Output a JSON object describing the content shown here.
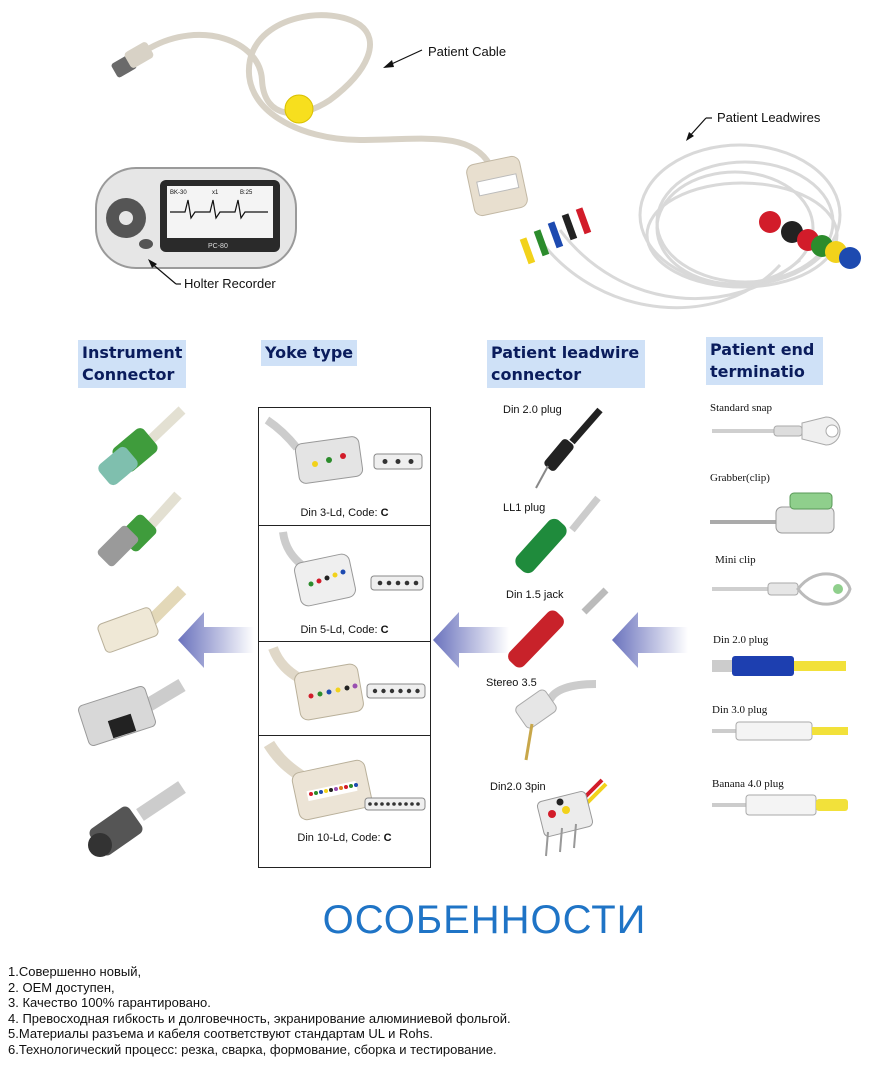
{
  "callouts": {
    "patient_cable": "Patient Cable",
    "patient_leadwires": "Patient Leadwires",
    "holter_recorder": "Holter Recorder"
  },
  "recorder_screen": {
    "label_a": "BK-30",
    "label_b": "x1",
    "label_c": "B:25",
    "brand": "PC-80"
  },
  "columns": {
    "instrument_connector": [
      "Instrument",
      "Connector"
    ],
    "yoke_type": [
      "Yoke type"
    ],
    "patient_leadwire_connector": [
      "Patient leadwire",
      "connector"
    ],
    "patient_end_termination": [
      "Patient end",
      "terminatio"
    ]
  },
  "yokes": [
    {
      "caption": "Din 3-Ld, Code: ",
      "code": "C"
    },
    {
      "caption": "Din 5-Ld, Code: ",
      "code": "C"
    },
    {
      "caption": "",
      "code": ""
    },
    {
      "caption": "Din 10-Ld, Code: ",
      "code": "C"
    }
  ],
  "leadwire_connectors": [
    "Din 2.0 plug",
    "LL1 plug",
    "Din 1.5 jack",
    "Stereo 3.5",
    "Din2.0 3pin"
  ],
  "terminations": [
    "Standard snap",
    "Grabber(clip)",
    "Mini clip",
    "Din 2.0 plug",
    "Din 3.0 plug",
    "Banana 4.0 plug"
  ],
  "section_title": "ОСОБЕННОСТИ",
  "features": [
    "1.Совершенно новый,",
    "2. OEM доступен,",
    "3. Качество 100% гарантировано.",
    "4. Превосходная гибкость и долговечность, экранирование алюминиевой фольгой.",
    "5.Материалы разъема и кабеля соответствуют стандартам UL и Rohs.",
    "6.Технологический процесс: резка, сварка, формование, сборка и тестирование."
  ],
  "colors": {
    "header_bg": "#cfe1f7",
    "header_text": "#0a1c5c",
    "arrow_fill": "#7f86c4",
    "title_blue": "#1f74c6"
  }
}
